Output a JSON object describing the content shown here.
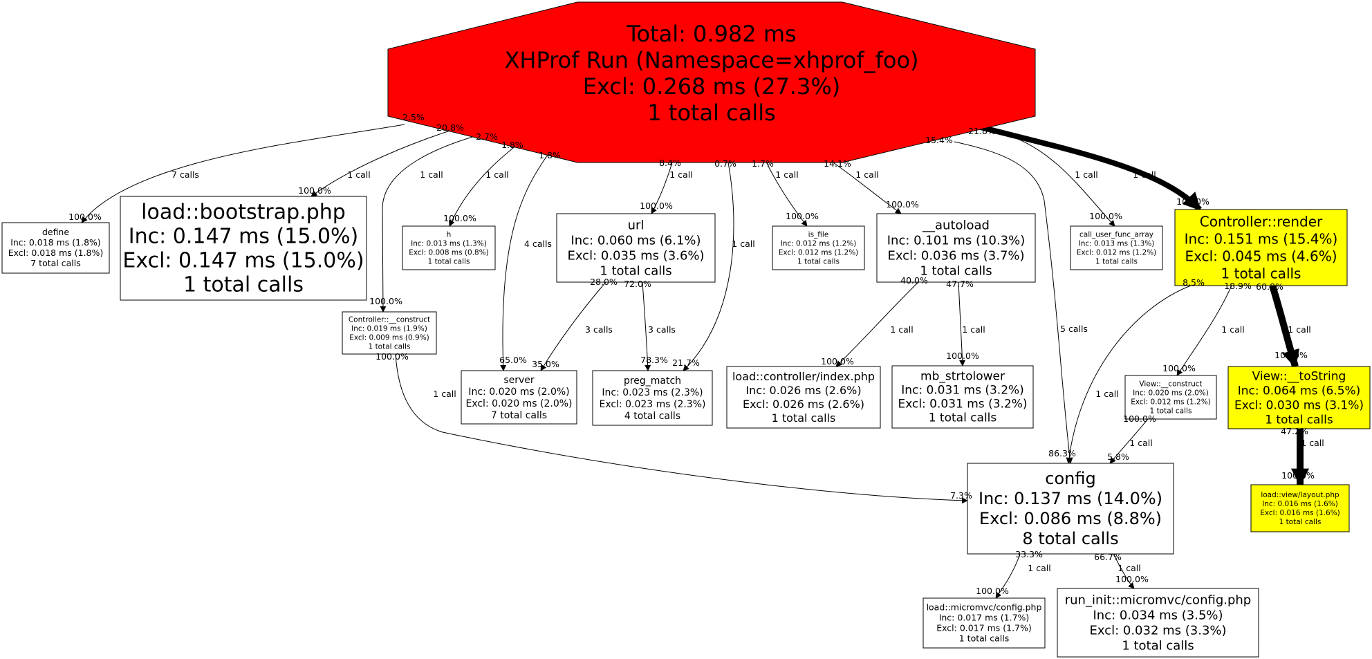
{
  "colors": {
    "root": "#ff0000",
    "highlight": "#ffff00",
    "default": "#ffffff",
    "stroke": "#000000"
  },
  "nodes": [
    {
      "id": "root",
      "color": "root",
      "lines": [
        "Total: 0.982 ms",
        "XHProf Run (Namespace=xhprof_foo)",
        "Excl: 0.268 ms (27.3%)",
        "1 total calls"
      ]
    },
    {
      "id": "define",
      "color": "default",
      "lines": [
        "define",
        "Inc: 0.018 ms (1.8%)",
        "Excl: 0.018 ms (1.8%)",
        "7 total calls"
      ]
    },
    {
      "id": "bootstrap",
      "color": "default",
      "lines": [
        "load::bootstrap.php",
        "Inc: 0.147 ms (15.0%)",
        "Excl: 0.147 ms (15.0%)",
        "1 total calls"
      ]
    },
    {
      "id": "h",
      "color": "default",
      "lines": [
        "h",
        "Inc: 0.013 ms (1.3%)",
        "Excl: 0.008 ms (0.8%)",
        "1 total calls"
      ]
    },
    {
      "id": "url",
      "color": "default",
      "lines": [
        "url",
        "Inc: 0.060 ms (6.1%)",
        "Excl: 0.035 ms (3.6%)",
        "1 total calls"
      ]
    },
    {
      "id": "is_file",
      "color": "default",
      "lines": [
        "is_file",
        "Inc: 0.012 ms (1.2%)",
        "Excl: 0.012 ms (1.2%)",
        "1 total calls"
      ]
    },
    {
      "id": "autoload",
      "color": "default",
      "lines": [
        "__autoload",
        "Inc: 0.101 ms (10.3%)",
        "Excl: 0.036 ms (3.7%)",
        "1 total calls"
      ]
    },
    {
      "id": "cufa",
      "color": "default",
      "lines": [
        "call_user_func_array",
        "Inc: 0.013 ms (1.3%)",
        "Excl: 0.012 ms (1.2%)",
        "1 total calls"
      ]
    },
    {
      "id": "render",
      "color": "highlight",
      "lines": [
        "Controller::render",
        "Inc: 0.151 ms (15.4%)",
        "Excl: 0.045 ms (4.6%)",
        "1 total calls"
      ]
    },
    {
      "id": "ctrl_construct",
      "color": "default",
      "lines": [
        "Controller::__construct",
        "Inc: 0.019 ms (1.9%)",
        "Excl: 0.009 ms (0.9%)",
        "1 total calls"
      ]
    },
    {
      "id": "server",
      "color": "default",
      "lines": [
        "server",
        "Inc: 0.020 ms (2.0%)",
        "Excl: 0.020 ms (2.0%)",
        "7 total calls"
      ]
    },
    {
      "id": "preg_match",
      "color": "default",
      "lines": [
        "preg_match",
        "Inc: 0.023 ms (2.3%)",
        "Excl: 0.023 ms (2.3%)",
        "4 total calls"
      ]
    },
    {
      "id": "ctrl_index",
      "color": "default",
      "lines": [
        "load::controller/index.php",
        "Inc: 0.026 ms (2.6%)",
        "Excl: 0.026 ms (2.6%)",
        "1 total calls"
      ]
    },
    {
      "id": "strtolower",
      "color": "default",
      "lines": [
        "mb_strtolower",
        "Inc: 0.031 ms (3.2%)",
        "Excl: 0.031 ms (3.2%)",
        "1 total calls"
      ]
    },
    {
      "id": "view_construct",
      "color": "default",
      "lines": [
        "View::__construct",
        "Inc: 0.020 ms (2.0%)",
        "Excl: 0.012 ms (1.2%)",
        "1 total calls"
      ]
    },
    {
      "id": "tostring",
      "color": "highlight",
      "lines": [
        "View::__toString",
        "Inc: 0.064 ms (6.5%)",
        "Excl: 0.030 ms (3.1%)",
        "1 total calls"
      ]
    },
    {
      "id": "config",
      "color": "default",
      "lines": [
        "config",
        "Inc: 0.137 ms (14.0%)",
        "Excl: 0.086 ms (8.8%)",
        "8 total calls"
      ]
    },
    {
      "id": "layout",
      "color": "highlight",
      "lines": [
        "load::view/layout.php",
        "Inc: 0.016 ms (1.6%)",
        "Excl: 0.016 ms (1.6%)",
        "1 total calls"
      ]
    },
    {
      "id": "mvc_config",
      "color": "default",
      "lines": [
        "load::micromvc/config.php",
        "Inc: 0.017 ms (1.7%)",
        "Excl: 0.017 ms (1.7%)",
        "1 total calls"
      ]
    },
    {
      "id": "run_init",
      "color": "default",
      "lines": [
        "run_init::micromvc/config.php",
        "Inc: 0.034 ms (3.5%)",
        "Excl: 0.032 ms (3.3%)",
        "1 total calls"
      ]
    }
  ],
  "edges": [
    {
      "from": "root",
      "to": "define",
      "calls": "7 calls",
      "src_pct": "2.5%",
      "dst_pct": "100.0%"
    },
    {
      "from": "root",
      "to": "bootstrap",
      "calls": "1 call",
      "src_pct": "20.8%",
      "dst_pct": "100.0%"
    },
    {
      "from": "root",
      "to": "ctrl_construct",
      "calls": "1 call",
      "src_pct": "2.7%",
      "dst_pct": "100.0%"
    },
    {
      "from": "root",
      "to": "h",
      "calls": "1 call",
      "src_pct": "1.8%",
      "dst_pct": "100.0%"
    },
    {
      "from": "root",
      "to": "server",
      "calls": "4 calls",
      "src_pct": "1.8%",
      "dst_pct": "65.0%"
    },
    {
      "from": "root",
      "to": "url",
      "calls": "1 call",
      "src_pct": "8.4%",
      "dst_pct": "100.0%"
    },
    {
      "from": "root",
      "to": "preg_match",
      "calls": "1 call",
      "src_pct": "0.7%",
      "dst_pct": "21.7%"
    },
    {
      "from": "root",
      "to": "is_file",
      "calls": "1 call",
      "src_pct": "1.7%",
      "dst_pct": "100.0%"
    },
    {
      "from": "root",
      "to": "autoload",
      "calls": "1 call",
      "src_pct": "14.1%",
      "dst_pct": "100.0%"
    },
    {
      "from": "root",
      "to": "config",
      "calls": "5 calls",
      "src_pct": "15.4%",
      "dst_pct": "86.3%"
    },
    {
      "from": "root",
      "to": "cufa",
      "calls": "1 call",
      "src_pct": "",
      "dst_pct": "100.0%"
    },
    {
      "from": "root",
      "to": "render",
      "calls": "1 call",
      "src_pct": "21.8%",
      "dst_pct": "100.0%"
    },
    {
      "from": "url",
      "to": "server",
      "calls": "3 calls",
      "src_pct": "28.0%",
      "dst_pct": "35.0%"
    },
    {
      "from": "url",
      "to": "preg_match",
      "calls": "3 calls",
      "src_pct": "72.0%",
      "dst_pct": "78.3%"
    },
    {
      "from": "autoload",
      "to": "ctrl_index",
      "calls": "1 call",
      "src_pct": "40.0%",
      "dst_pct": "100.0%"
    },
    {
      "from": "autoload",
      "to": "strtolower",
      "calls": "1 call",
      "src_pct": "47.7%",
      "dst_pct": "100.0%"
    },
    {
      "from": "ctrl_construct",
      "to": "config",
      "calls": "1 call",
      "src_pct": "100.0%",
      "dst_pct": "7.3%"
    },
    {
      "from": "render",
      "to": "config",
      "calls": "1 call",
      "src_pct": "8.5%",
      "dst_pct": ""
    },
    {
      "from": "render",
      "to": "view_construct",
      "calls": "1 call",
      "src_pct": "18.9%",
      "dst_pct": "100.0%"
    },
    {
      "from": "render",
      "to": "tostring",
      "calls": "1 call",
      "src_pct": "60.8%",
      "dst_pct": "100.0%"
    },
    {
      "from": "view_construct",
      "to": "config",
      "calls": "1 call",
      "src_pct": "100.0%",
      "dst_pct": "5.8%"
    },
    {
      "from": "tostring",
      "to": "layout",
      "calls": "1 call",
      "src_pct": "47.2%",
      "dst_pct": "100.0%"
    },
    {
      "from": "config",
      "to": "mvc_config",
      "calls": "1 call",
      "src_pct": "33.3%",
      "dst_pct": "100.0%"
    },
    {
      "from": "config",
      "to": "run_init",
      "calls": "1 call",
      "src_pct": "66.7%",
      "dst_pct": "100.0%"
    }
  ]
}
